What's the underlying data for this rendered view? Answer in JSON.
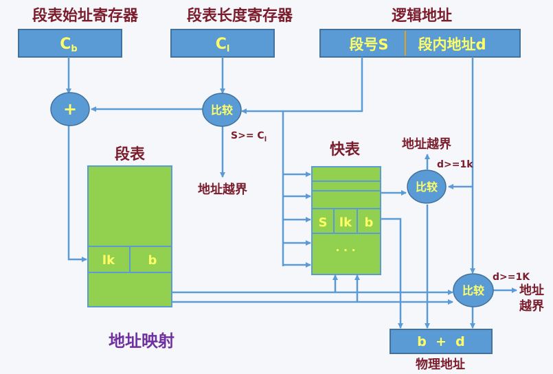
{
  "labels": {
    "segment_base_register": "段表始址寄存器",
    "segment_length_register": "段表长度寄存器",
    "logical_address": "逻辑地址",
    "segment_table": "段表",
    "fast_table": "快表",
    "address_overflow_1": "地址越界",
    "address_overflow_2": "地址越界",
    "address_overflow_3_line1": "地址",
    "address_overflow_3_line2": "越界",
    "address_mapping": "地址映射",
    "physical_address": "物理地址"
  },
  "registers": {
    "cb_main": "C",
    "cb_sub": "b",
    "cl_main": "C",
    "cl_sub": "l",
    "seg_no": "段号S",
    "seg_offset": "段内地址d"
  },
  "ops": {
    "adder": "+",
    "compare_1": "比较",
    "compare_2": "比较",
    "compare_3": "比较"
  },
  "conditions": {
    "s_ge_cl_main": "S>= C",
    "s_ge_cl_sub": "l",
    "d_ge_1k_top": "d>=1k",
    "d_ge_1k_right": "d>=1K"
  },
  "segment_table": {
    "lk": "lk",
    "b": "b"
  },
  "fast_table": {
    "s": "S",
    "lk": "lk",
    "b": "b",
    "dots": "· · ·"
  },
  "result": {
    "expr": "b  +  d"
  },
  "colors": {
    "title_text": "#7b1c2c",
    "register_fill": "#5b9bd5",
    "table_fill": "#92d050",
    "yellow_text": "#ffff66",
    "mapping_text": "#7030a0"
  }
}
